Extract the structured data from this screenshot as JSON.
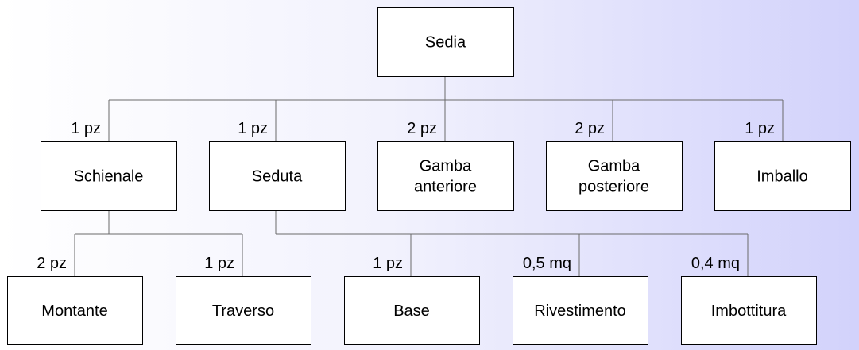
{
  "nodes": [
    {
      "id": "sedia",
      "lines": [
        "Sedia"
      ]
    },
    {
      "id": "schienale",
      "lines": [
        "Schienale"
      ]
    },
    {
      "id": "seduta",
      "lines": [
        "Seduta"
      ]
    },
    {
      "id": "gamba-anteriore",
      "lines": [
        "Gamba",
        "anteriore"
      ]
    },
    {
      "id": "gamba-posteriore",
      "lines": [
        "Gamba",
        "posteriore"
      ]
    },
    {
      "id": "imballo",
      "lines": [
        "Imballo"
      ]
    },
    {
      "id": "montante",
      "lines": [
        "Montante"
      ]
    },
    {
      "id": "traverso",
      "lines": [
        "Traverso"
      ]
    },
    {
      "id": "base",
      "lines": [
        "Base"
      ]
    },
    {
      "id": "rivestimento",
      "lines": [
        "Rivestimento"
      ]
    },
    {
      "id": "imbottitura",
      "lines": [
        "Imbottitura"
      ]
    }
  ],
  "edges": [
    {
      "from": "sedia",
      "to": "schienale",
      "quantity": "1 pz"
    },
    {
      "from": "sedia",
      "to": "seduta",
      "quantity": "1 pz"
    },
    {
      "from": "sedia",
      "to": "gamba-anteriore",
      "quantity": "2 pz"
    },
    {
      "from": "sedia",
      "to": "gamba-posteriore",
      "quantity": "2 pz"
    },
    {
      "from": "sedia",
      "to": "imballo",
      "quantity": "1 pz"
    },
    {
      "from": "schienale",
      "to": "montante",
      "quantity": "2 pz"
    },
    {
      "from": "schienale",
      "to": "traverso",
      "quantity": "1 pz"
    },
    {
      "from": "seduta",
      "to": "base",
      "quantity": "1 pz"
    },
    {
      "from": "seduta",
      "to": "rivestimento",
      "quantity": "0,5 mq"
    },
    {
      "from": "seduta",
      "to": "imbottitura",
      "quantity": "0,4 mq"
    }
  ]
}
